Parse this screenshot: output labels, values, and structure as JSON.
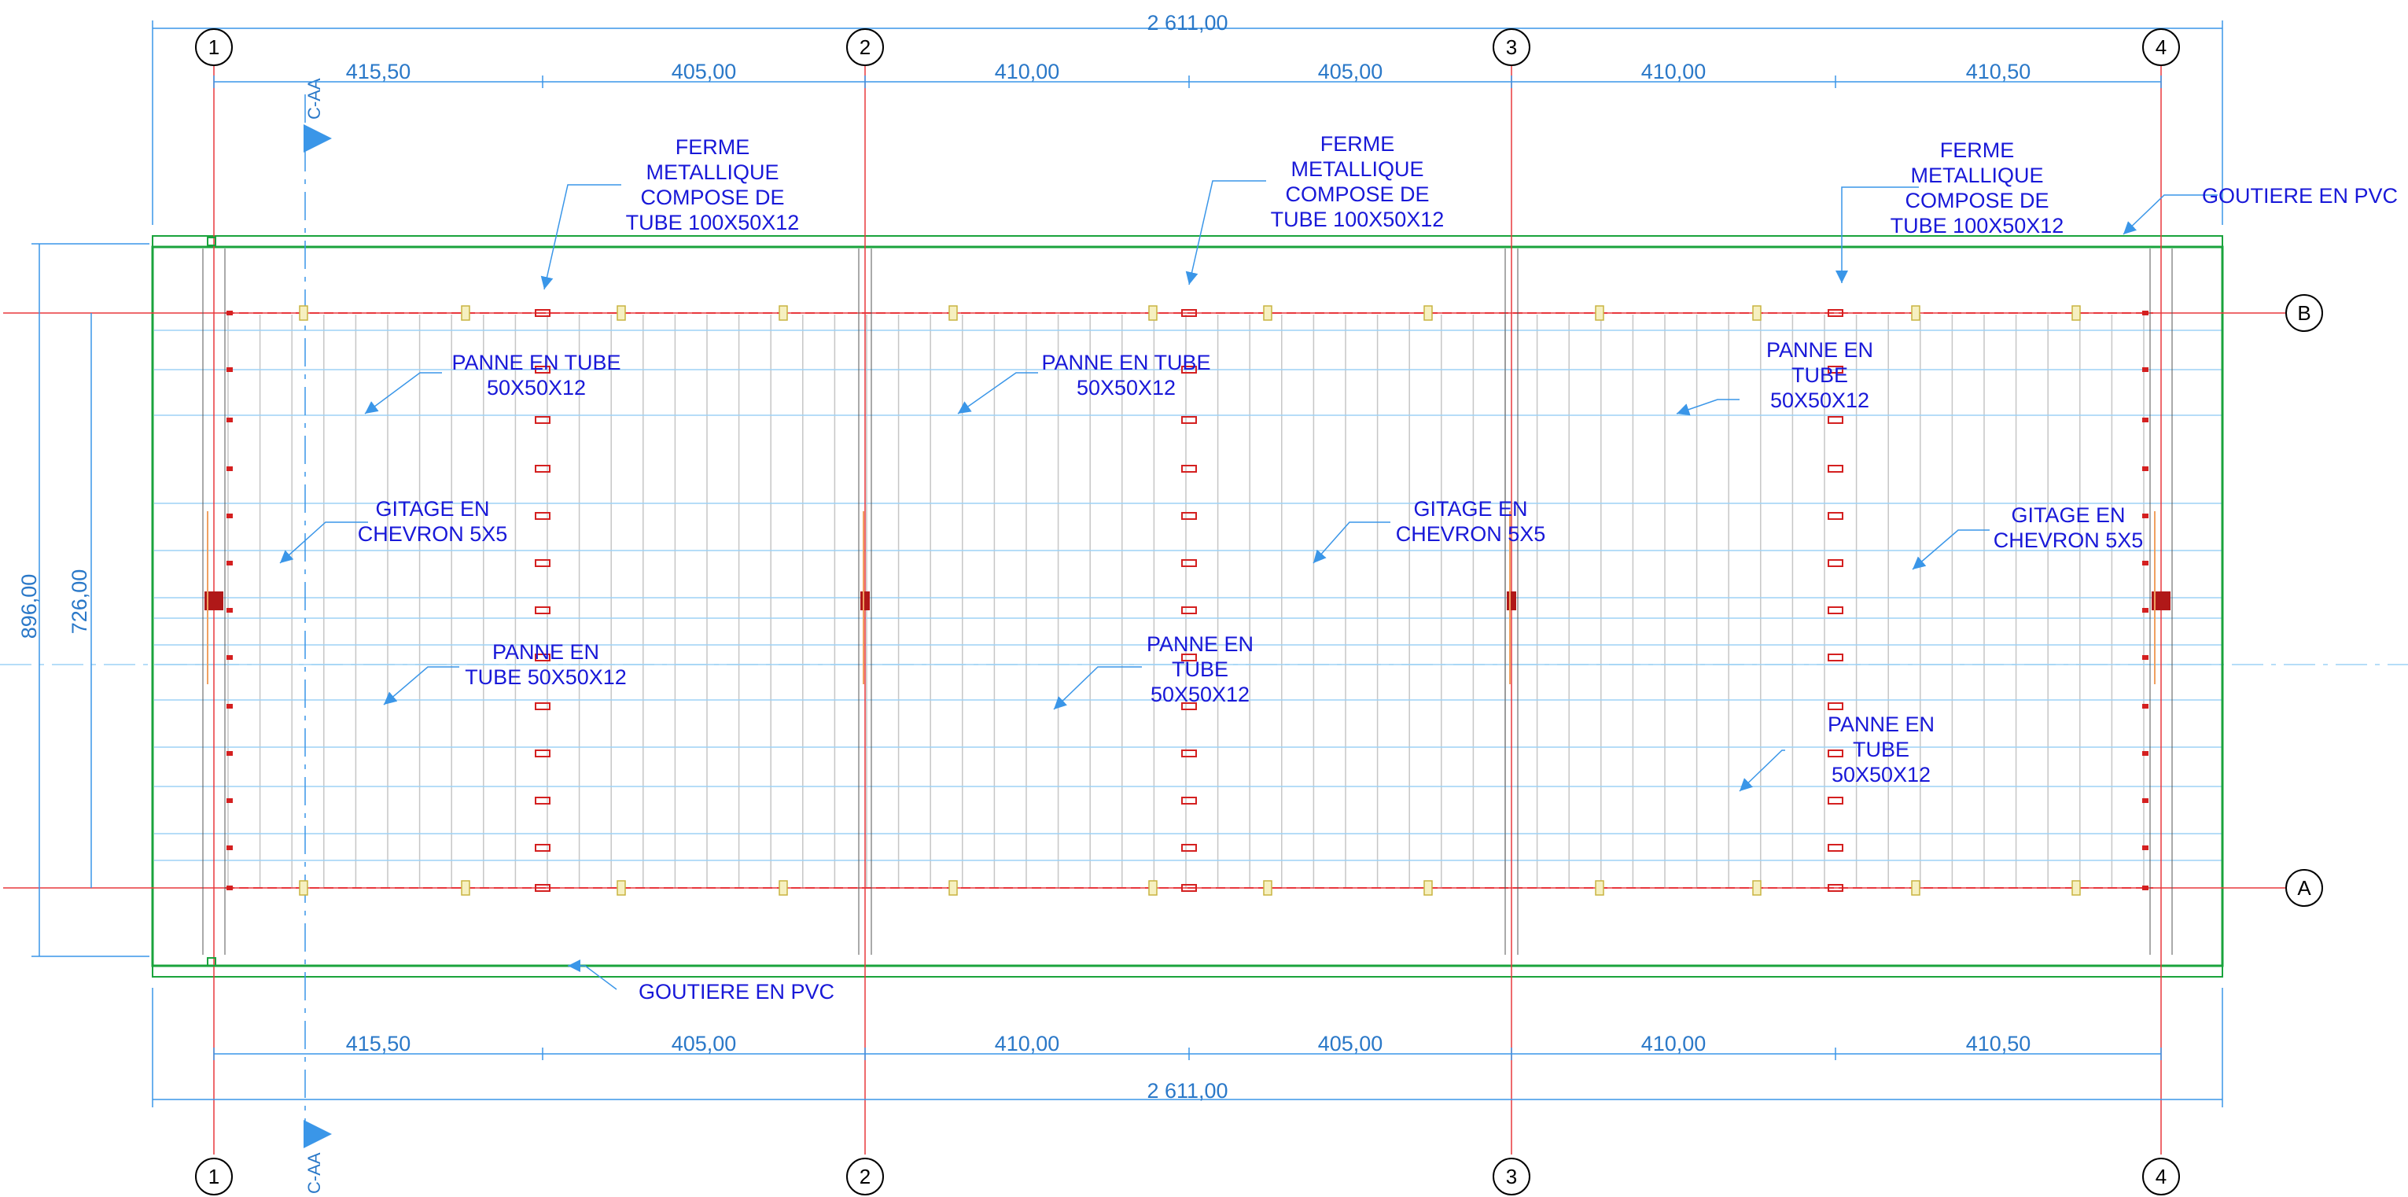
{
  "grid": {
    "columns": [
      "1",
      "2",
      "3",
      "4"
    ],
    "rows": [
      "B",
      "A"
    ]
  },
  "dimensions": {
    "total": "2 611,00",
    "bays": [
      "415,50",
      "405,00",
      "410,00",
      "405,00",
      "410,00",
      "410,50"
    ],
    "overall_depth": "896,00",
    "axis_depth": "726,00"
  },
  "section_marker": "C-AA",
  "annotations": {
    "ferme": "FERME\nMETALLIQUE\nCOMPOSE DE\nTUBE 100X50X12",
    "gouttiere": "GOUTIERE EN PVC",
    "panne_1": "PANNE EN TUBE\n50X50X12",
    "panne_2": "PANNE EN TUBE\n50X50X12",
    "panne_3": "PANNE EN\nTUBE\n50X50X12",
    "panne_4": "PANNE EN\nTUBE 50X50X12",
    "panne_5": "PANNE EN\nTUBE\n50X50X12",
    "panne_6": "PANNE EN\nTUBE\n50X50X12",
    "gitage_1": "GITAGE EN\nCHEVRON 5X5",
    "gitage_2": "GITAGE EN\nCHEVRON 5X5",
    "gitage_3": "GITAGE EN\nCHEVRON 5X5"
  },
  "colors": {
    "dimension": "#2a78c8",
    "label": "#1818d8",
    "axis": "#e8383d",
    "outline": "#1aa33c",
    "leader": "#3a96e8",
    "purlin": "#9dd2f5",
    "joist": "#b9b9b9",
    "truss_marker": "#d42020",
    "cleat": "#d8c65a"
  }
}
